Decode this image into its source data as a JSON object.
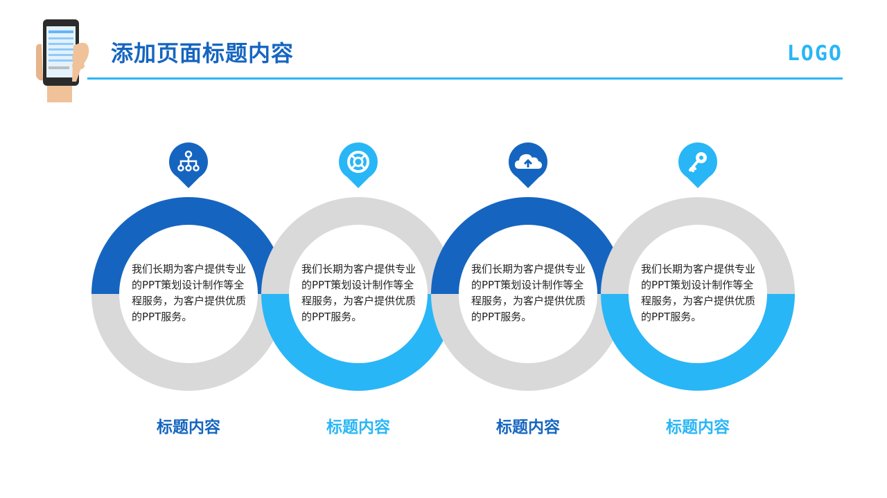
{
  "header": {
    "title": "添加页面标题内容",
    "logo": "LOGO",
    "illustration_icon": "phone-in-hand-icon"
  },
  "colors": {
    "dark_blue": "#1565c0",
    "light_blue": "#29b6f6",
    "gray": "#d9d9d9"
  },
  "steps": [
    {
      "icon": "hierarchy-icon",
      "text": "我们长期为客户提供专业的PPT策划设计制作等全程服务，为客户提供优质的PPT服务。",
      "title": "标题内容",
      "color": "#1565c0"
    },
    {
      "icon": "lifebuoy-icon",
      "text": "我们长期为客户提供专业的PPT策划设计制作等全程服务，为客户提供优质的PPT服务。",
      "title": "标题内容",
      "color": "#29b6f6"
    },
    {
      "icon": "cloud-upload-icon",
      "text": "我们长期为客户提供专业的PPT策划设计制作等全程服务，为客户提供优质的PPT服务。",
      "title": "标题内容",
      "color": "#1565c0"
    },
    {
      "icon": "key-icon",
      "text": "我们长期为客户提供专业的PPT策划设计制作等全程服务，为客户提供优质的PPT服务。",
      "title": "标题内容",
      "color": "#29b6f6"
    }
  ]
}
